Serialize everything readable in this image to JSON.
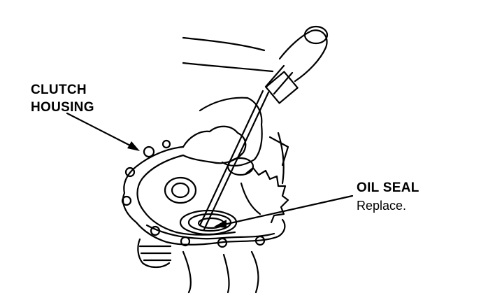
{
  "labels": {
    "clutch_housing": {
      "line1": "CLUTCH",
      "line2": "HOUSING"
    },
    "oil_seal": {
      "title": "OIL SEAL",
      "note": "Replace."
    }
  },
  "colors": {
    "ink": "#000000",
    "paper": "#ffffff"
  }
}
